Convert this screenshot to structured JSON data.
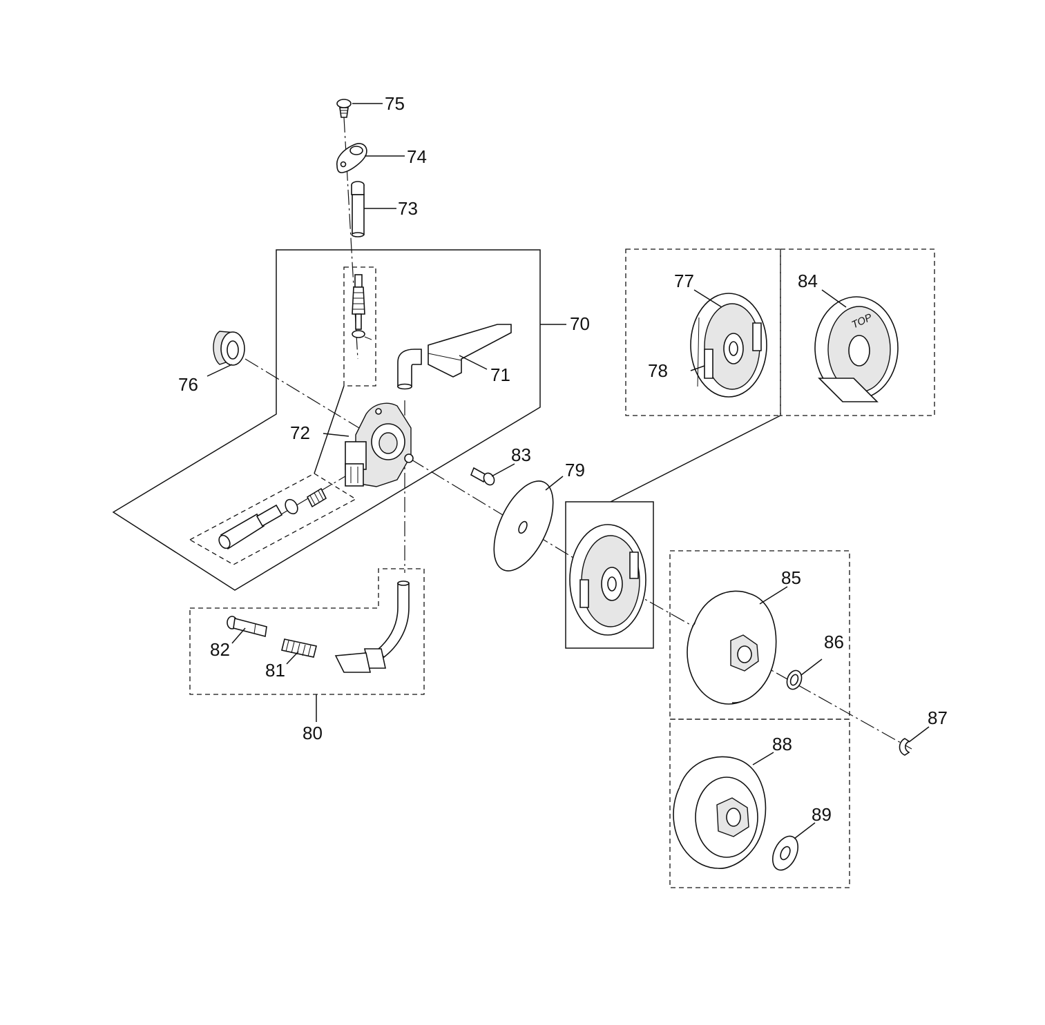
{
  "diagram": {
    "callouts": {
      "c70": "70",
      "c71": "71",
      "c72": "72",
      "c73": "73",
      "c74": "74",
      "c75": "75",
      "c76": "76",
      "c77": "77",
      "c78": "78",
      "c79": "79",
      "c80": "80",
      "c81": "81",
      "c82": "82",
      "c83": "83",
      "c84": "84",
      "c85": "85",
      "c86": "86",
      "c87": "87",
      "c88": "88",
      "c89": "89"
    },
    "part_marking": "TOP"
  }
}
